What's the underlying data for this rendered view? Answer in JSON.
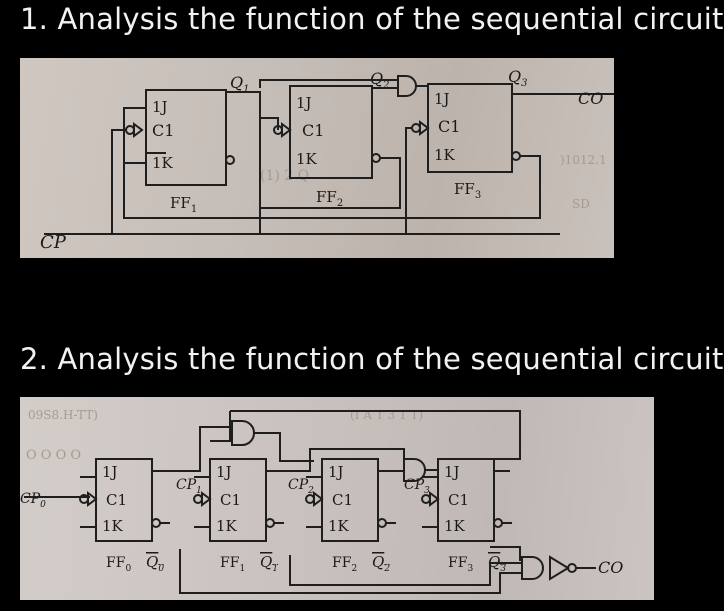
{
  "questions": [
    "1. Analysis the function of the sequential circuit.",
    "2. Analysis the function of the sequential circuit."
  ],
  "colors": {
    "page_background": "#000000",
    "question_text": "#f2f2f2",
    "photo_paper": "#c9c1bb",
    "ink": "#1e1e1e"
  },
  "circuit1": {
    "input": "CP",
    "output": "CO",
    "pins": {
      "j": "1J",
      "clock": "C1",
      "k": "1K"
    },
    "flipflops": [
      {
        "name": "FF",
        "sub": "1",
        "q": "Q",
        "q_sub": "1"
      },
      {
        "name": "FF",
        "sub": "2",
        "q": "Q",
        "q_sub": "2"
      },
      {
        "name": "FF",
        "sub": "3",
        "q": "Q",
        "q_sub": "3"
      }
    ]
  },
  "circuit2": {
    "output": "CO",
    "pins": {
      "j": "1J",
      "clock": "C1",
      "k": "1K"
    },
    "flipflops": [
      {
        "cp": "CP",
        "cp_sub": "0",
        "name": "FF",
        "sub": "0",
        "q": "Q",
        "q_sub": "0"
      },
      {
        "cp": "CP",
        "cp_sub": "1",
        "name": "FF",
        "sub": "1",
        "q": "Q",
        "q_sub": "1"
      },
      {
        "cp": "CP",
        "cp_sub": "2",
        "name": "FF",
        "sub": "2",
        "q": "Q",
        "q_sub": "2"
      },
      {
        "cp": "CP",
        "cp_sub": "3",
        "name": "FF",
        "sub": "3",
        "q": "Q",
        "q_sub": "3"
      }
    ]
  }
}
